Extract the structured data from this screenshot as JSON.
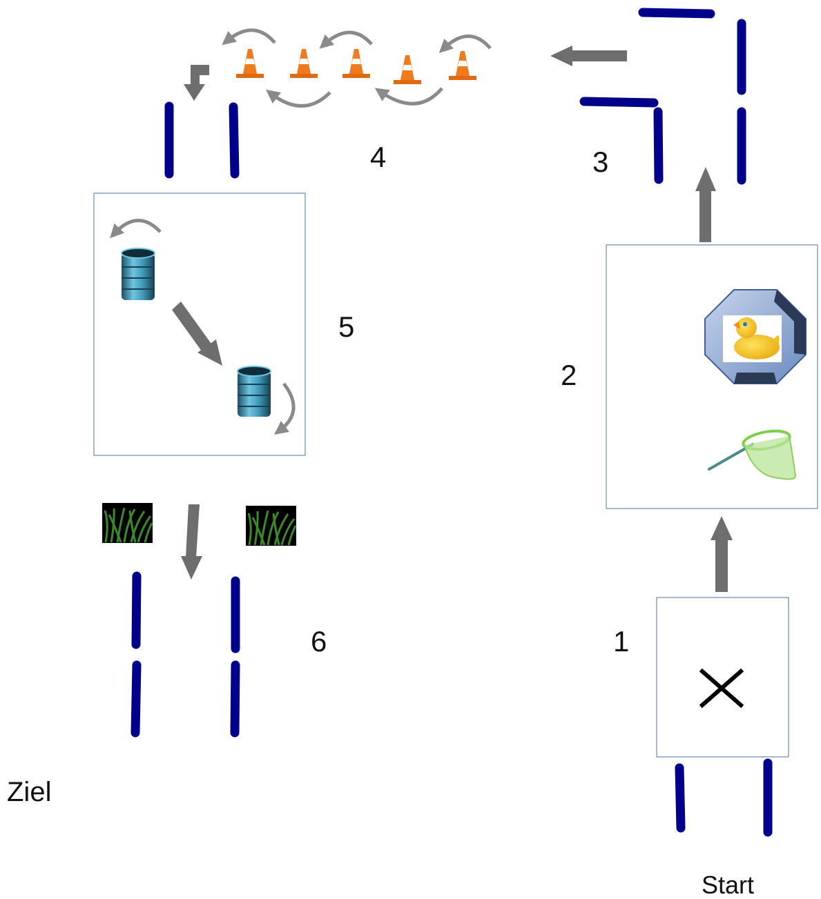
{
  "labels": {
    "start": "Start",
    "goal": "Ziel",
    "station_1": "1",
    "station_2": "2",
    "station_3": "3",
    "station_4": "4",
    "station_5": "5",
    "station_6": "6"
  },
  "colors": {
    "gate": "#00008b",
    "arrow": "#6e6e6e",
    "box_border": "#4a72a8",
    "cone": "#f07a1e",
    "barrel": "#3f98b8",
    "grass": "#3d8a2a",
    "duck": "#f4c21d"
  },
  "icons": [
    "x-mark-icon",
    "rubber-duck-icon",
    "octagon-frame-icon",
    "fishing-net-icon",
    "traffic-cone-icon",
    "barrel-icon",
    "grass-tuft-icon",
    "curved-arrow-icon",
    "straight-arrow-icon"
  ]
}
